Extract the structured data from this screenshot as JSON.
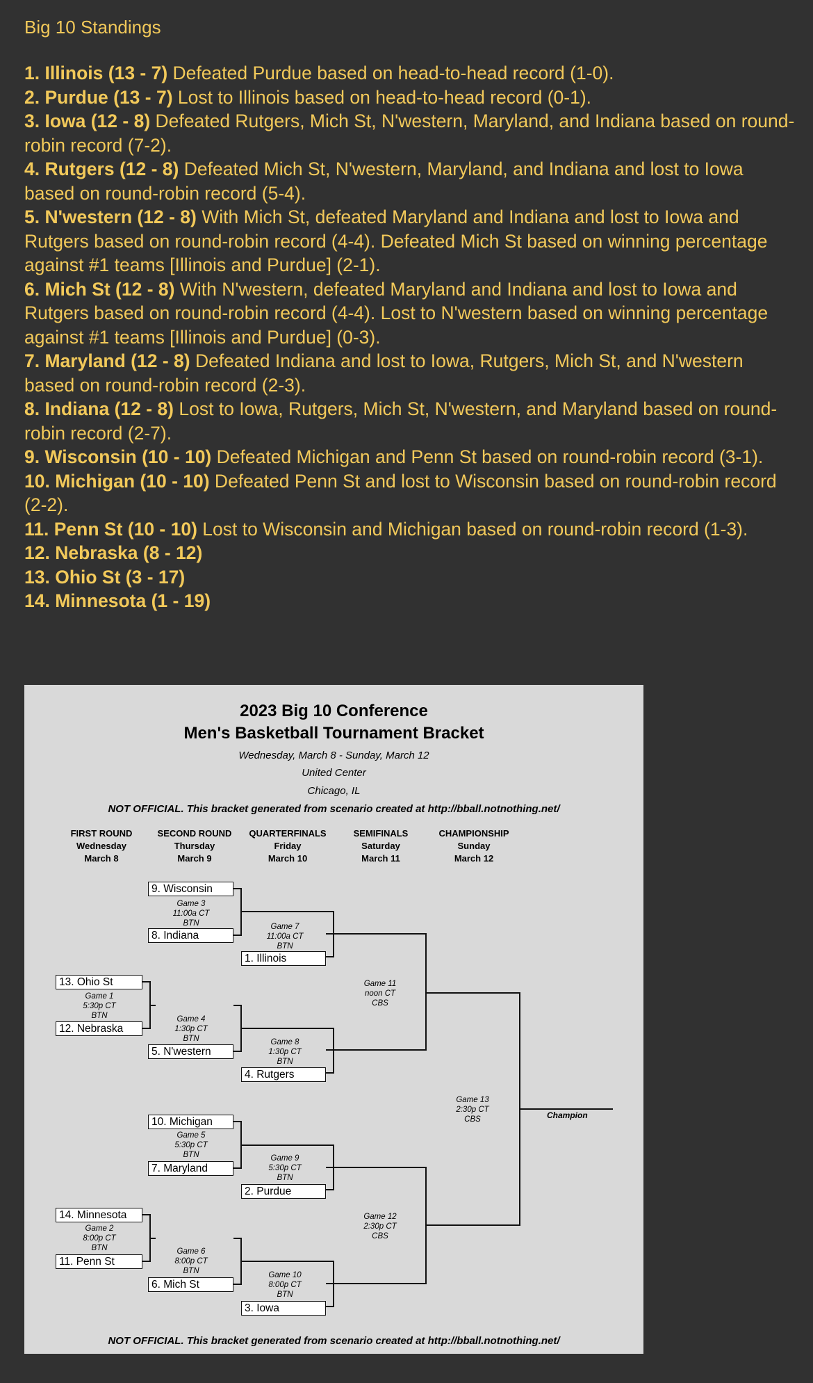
{
  "page": {
    "heading": "Big 10 Standings"
  },
  "standings": [
    {
      "team": "1. Illinois (13 - 7)",
      "note": " Defeated Purdue based on head-to-head record (1-0)."
    },
    {
      "team": "2. Purdue (13 - 7)",
      "note": " Lost to Illinois based on head-to-head record (0-1)."
    },
    {
      "team": "3. Iowa (12 - 8)",
      "note": " Defeated Rutgers, Mich St, N'western, Maryland, and Indiana based on round-robin record (7-2)."
    },
    {
      "team": "4. Rutgers (12 - 8)",
      "note": " Defeated Mich St, N'western, Maryland, and Indiana and lost to Iowa based on round-robin record (5-4)."
    },
    {
      "team": "5. N'western (12 - 8)",
      "note": " With Mich St, defeated Maryland and Indiana and lost to Iowa and Rutgers based on round-robin record (4-4). Defeated Mich St based on winning percentage against #1 teams [Illinois and Purdue] (2-1)."
    },
    {
      "team": "6. Mich St (12 - 8)",
      "note": " With N'western, defeated Maryland and Indiana and lost to Iowa and Rutgers based on round-robin record (4-4). Lost to N'western based on winning percentage against #1 teams [Illinois and Purdue] (0-3)."
    },
    {
      "team": "7. Maryland (12 - 8)",
      "note": " Defeated Indiana and lost to Iowa, Rutgers, Mich St, and N'western based on round-robin record (2-3)."
    },
    {
      "team": "8. Indiana (12 - 8)",
      "note": " Lost to Iowa, Rutgers, Mich St, N'western, and Maryland based on round-robin record (2-7)."
    },
    {
      "team": "9. Wisconsin (10 - 10)",
      "note": " Defeated Michigan and Penn St based on round-robin record (3-1)."
    },
    {
      "team": "10. Michigan (10 - 10)",
      "note": " Defeated Penn St and lost to Wisconsin based on round-robin record (2-2)."
    },
    {
      "team": "11. Penn St (10 - 10)",
      "note": " Lost to Wisconsin and Michigan based on round-robin record (1-3)."
    },
    {
      "team": "12. Nebraska (8 - 12)",
      "note": ""
    },
    {
      "team": "13. Ohio St (3 - 17)",
      "note": ""
    },
    {
      "team": "14. Minnesota (1 - 19)",
      "note": ""
    }
  ],
  "bracket": {
    "title_line1": "2023 Big 10 Conference",
    "title_line2": "Men's Basketball Tournament Bracket",
    "dates": "Wednesday, March 8 - Sunday, March 12",
    "venue": "United Center",
    "city": "Chicago, IL",
    "disclaimer": "NOT OFFICIAL.  This bracket generated from scenario created at http://bball.notnothing.net/",
    "footer": "NOT OFFICIAL.  This bracket generated from scenario created at http://bball.notnothing.net/",
    "rounds": [
      {
        "name": "FIRST ROUND",
        "day": "Wednesday",
        "date": "March 8"
      },
      {
        "name": "SECOND ROUND",
        "day": "Thursday",
        "date": "March 9"
      },
      {
        "name": "QUARTERFINALS",
        "day": "Friday",
        "date": "March 10"
      },
      {
        "name": "SEMIFINALS",
        "day": "Saturday",
        "date": "March 11"
      },
      {
        "name": "CHAMPIONSHIP",
        "day": "Sunday",
        "date": "March 12"
      }
    ],
    "teams": {
      "wisconsin": "9. Wisconsin",
      "indiana": "8. Indiana",
      "illinois": "1. Illinois",
      "ohiost": "13. Ohio St",
      "nebraska": "12. Nebraska",
      "nwestern": "5. N'western",
      "rutgers": "4. Rutgers",
      "michigan": "10. Michigan",
      "maryland": "7. Maryland",
      "purdue": "2. Purdue",
      "minnesota": "14. Minnesota",
      "pennst": "11. Penn St",
      "michst": "6. Mich St",
      "iowa": "3. Iowa"
    },
    "games": {
      "g1": {
        "game": "Game 1",
        "time": "5:30p CT",
        "tv": "BTN"
      },
      "g2": {
        "game": "Game 2",
        "time": "8:00p CT",
        "tv": "BTN"
      },
      "g3": {
        "game": "Game 3",
        "time": "11:00a CT",
        "tv": "BTN"
      },
      "g4": {
        "game": "Game 4",
        "time": "1:30p CT",
        "tv": "BTN"
      },
      "g5": {
        "game": "Game 5",
        "time": "5:30p CT",
        "tv": "BTN"
      },
      "g6": {
        "game": "Game 6",
        "time": "8:00p CT",
        "tv": "BTN"
      },
      "g7": {
        "game": "Game 7",
        "time": "11:00a CT",
        "tv": "BTN"
      },
      "g8": {
        "game": "Game 8",
        "time": "1:30p CT",
        "tv": "BTN"
      },
      "g9": {
        "game": "Game 9",
        "time": "5:30p CT",
        "tv": "BTN"
      },
      "g10": {
        "game": "Game 10",
        "time": "8:00p CT",
        "tv": "BTN"
      },
      "g11": {
        "game": "Game 11",
        "time": "noon CT",
        "tv": "CBS"
      },
      "g12": {
        "game": "Game 12",
        "time": "2:30p CT",
        "tv": "CBS"
      },
      "g13": {
        "game": "Game 13",
        "time": "2:30p CT",
        "tv": "CBS"
      }
    },
    "champion_label": "Champion"
  }
}
